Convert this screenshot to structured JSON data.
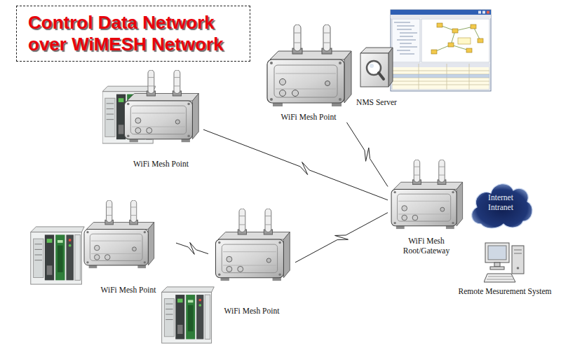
{
  "diagram": {
    "title": "Control Data Network over WiMESH Network",
    "nodes": [
      {
        "text": [
          "WiFi Mesh Point"
        ]
      },
      {
        "text": [
          "NMS Server"
        ]
      },
      {
        "text": [
          "WiFi Mesh Point"
        ]
      },
      {
        "text": [
          "WiFi Mesh Root/Gateway"
        ]
      },
      {
        "text": [
          "Internet Intranet"
        ]
      },
      {
        "text": [
          "Remote Mesurement System"
        ]
      },
      {
        "text": [
          "WiFi Mesh Point"
        ]
      },
      {
        "text": [
          "WiFi Mesh Point"
        ]
      }
    ],
    "edges": [
      {
        "from": 0,
        "to": 3,
        "arrow": "none"
      },
      {
        "from": 2,
        "to": 3,
        "arrow": "none"
      },
      {
        "from": 6,
        "to": 7,
        "arrow": "none"
      },
      {
        "from": 7,
        "to": 3,
        "arrow": "none"
      }
    ]
  }
}
